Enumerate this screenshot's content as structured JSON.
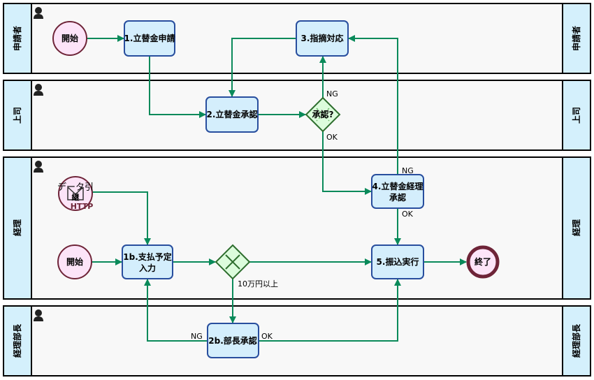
{
  "lanes": [
    {
      "label": "申請者"
    },
    {
      "label": "上司"
    },
    {
      "label": "経理"
    },
    {
      "label": "経理部長"
    }
  ],
  "nodes": {
    "start1": "開始",
    "task1": "1.立替金申請",
    "task2": "2.立替金承認",
    "task3": "3.指摘対応",
    "gateway1": "承認?",
    "task4_line1": "4.立替金経理",
    "task4_line2": "承認",
    "message_start_line1": "データ引",
    "message_start_line2": "継",
    "message_start_sub": "HTTP",
    "start2": "開始",
    "task1b_line1": "1b.支払予定",
    "task1b_line2": "入力",
    "task5": "5.振込実行",
    "end": "終了",
    "task2b": "2b.部長承認"
  },
  "edge_labels": {
    "gw1_ng": "NG",
    "gw1_ok": "OK",
    "task4_ng": "NG",
    "task4_ok": "OK",
    "gw2_cond": "10万円以上",
    "task2b_ng": "NG",
    "task2b_ok": "OK"
  },
  "colors": {
    "flow": "#0a8a5a",
    "task_fill": "#d4eefc",
    "task_stroke": "#284e9e",
    "lane_header": "#d4f0fc",
    "event_fill": "#fce4f8",
    "gateway_fill": "#dcfcdc"
  }
}
